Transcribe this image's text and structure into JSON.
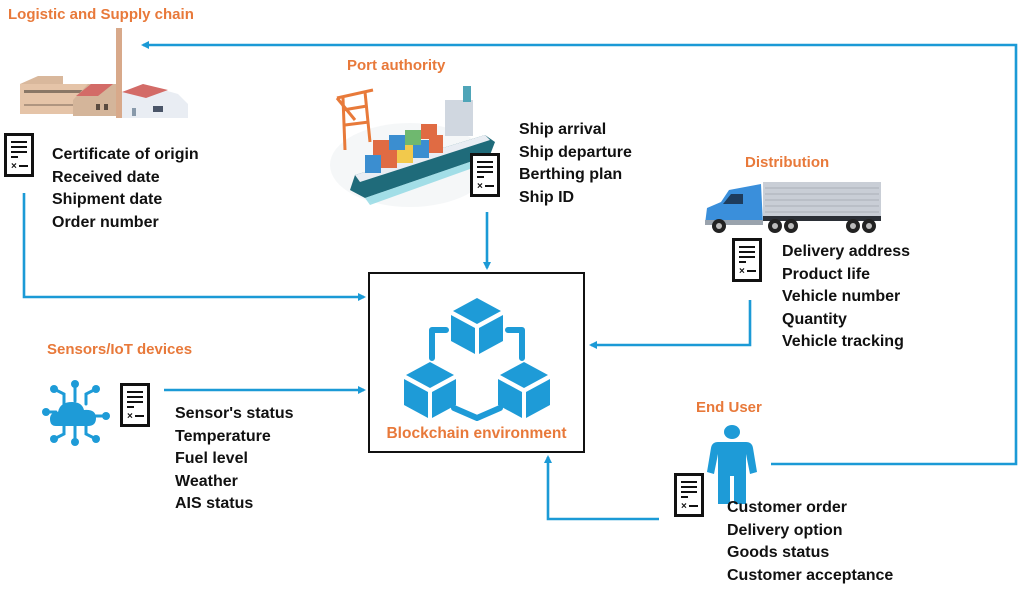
{
  "diagram": {
    "center": {
      "label": "Blockchain environment",
      "icon": "blockchain-cubes-icon"
    },
    "nodes": [
      {
        "id": "logistic",
        "title": "Logistic and Supply chain",
        "icon": "factory-icon",
        "items": [
          "Certificate of origin",
          "Received date",
          "Shipment date",
          "Order number"
        ]
      },
      {
        "id": "port",
        "title": "Port authority",
        "icon": "container-ship-icon",
        "items": [
          "Ship arrival",
          "Ship departure",
          "Berthing plan",
          "Ship ID"
        ]
      },
      {
        "id": "distribution",
        "title": "Distribution",
        "icon": "truck-icon",
        "items": [
          "Delivery address",
          "Product life",
          "Vehicle number",
          "Quantity",
          "Vehicle tracking"
        ]
      },
      {
        "id": "sensors",
        "title": "Sensors/IoT devices",
        "icon": "iot-cloud-icon",
        "items": [
          "Sensor's status",
          "Temperature",
          "Fuel level",
          "Weather",
          "AIS status"
        ]
      },
      {
        "id": "enduser",
        "title": "End User",
        "icon": "person-icon",
        "items": [
          "Customer order",
          "Delivery option",
          "Goods status",
          "Customer acceptance"
        ]
      }
    ],
    "connections": [
      {
        "from": "logistic",
        "to": "blockchain"
      },
      {
        "from": "port",
        "to": "blockchain"
      },
      {
        "from": "distribution",
        "to": "blockchain"
      },
      {
        "from": "sensors",
        "to": "blockchain"
      },
      {
        "from": "enduser",
        "to": "blockchain"
      },
      {
        "from": "enduser",
        "to": "logistic"
      }
    ],
    "colors": {
      "accent_orange": "#E8793A",
      "arrow_blue": "#1B9AD6",
      "icon_blue": "#1E9BD7",
      "text": "#111111"
    }
  }
}
